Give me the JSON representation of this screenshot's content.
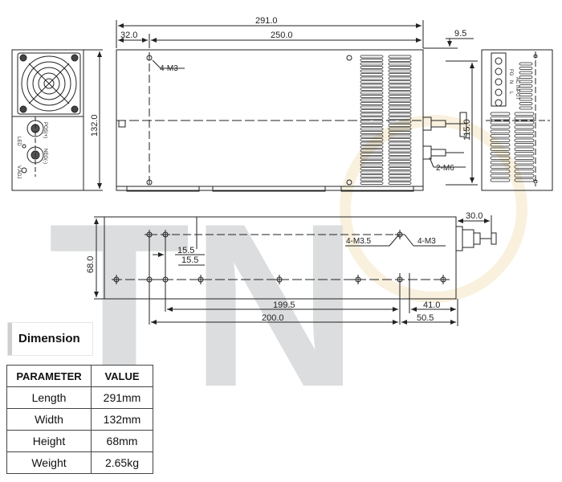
{
  "watermark": {
    "text": "TN"
  },
  "top_view": {
    "dims": {
      "overall_length": "291.0",
      "hole_span": "250.0",
      "edge_offset": "32.0",
      "overhang": "9.5",
      "height": "132.0",
      "terminal_height": "115.0"
    },
    "labels": {
      "top_holes": "4-M3",
      "output_studs": "2-M6"
    }
  },
  "side_panel": {
    "labels": {
      "pos": "POS(+)",
      "neg": "NEG(-)",
      "led": "LED",
      "vadj": "V.ADJ"
    }
  },
  "terminal_view": {
    "labels": {
      "fg": "FG",
      "n": "N",
      "l": "L",
      "ac_input": "AC INPUT"
    }
  },
  "bottom_view": {
    "dims": {
      "height": "68.0",
      "stud_length": "30.0",
      "offset_a": "15.5",
      "offset_b": "15.5",
      "span_a": "199.5",
      "span_b": "200.0",
      "right_a": "41.0",
      "right_b": "50.5"
    },
    "labels": {
      "holes_m35": "4-M3.5",
      "holes_m3": "4-M3"
    }
  },
  "dimension_section": {
    "title": "Dimension"
  },
  "spec_table": {
    "headers": [
      "PARAMETER",
      "VALUE"
    ],
    "rows": [
      [
        "Length",
        "291mm"
      ],
      [
        "Width",
        "132mm"
      ],
      [
        "Height",
        "68mm"
      ],
      [
        "Weight",
        "2.65kg"
      ]
    ]
  }
}
